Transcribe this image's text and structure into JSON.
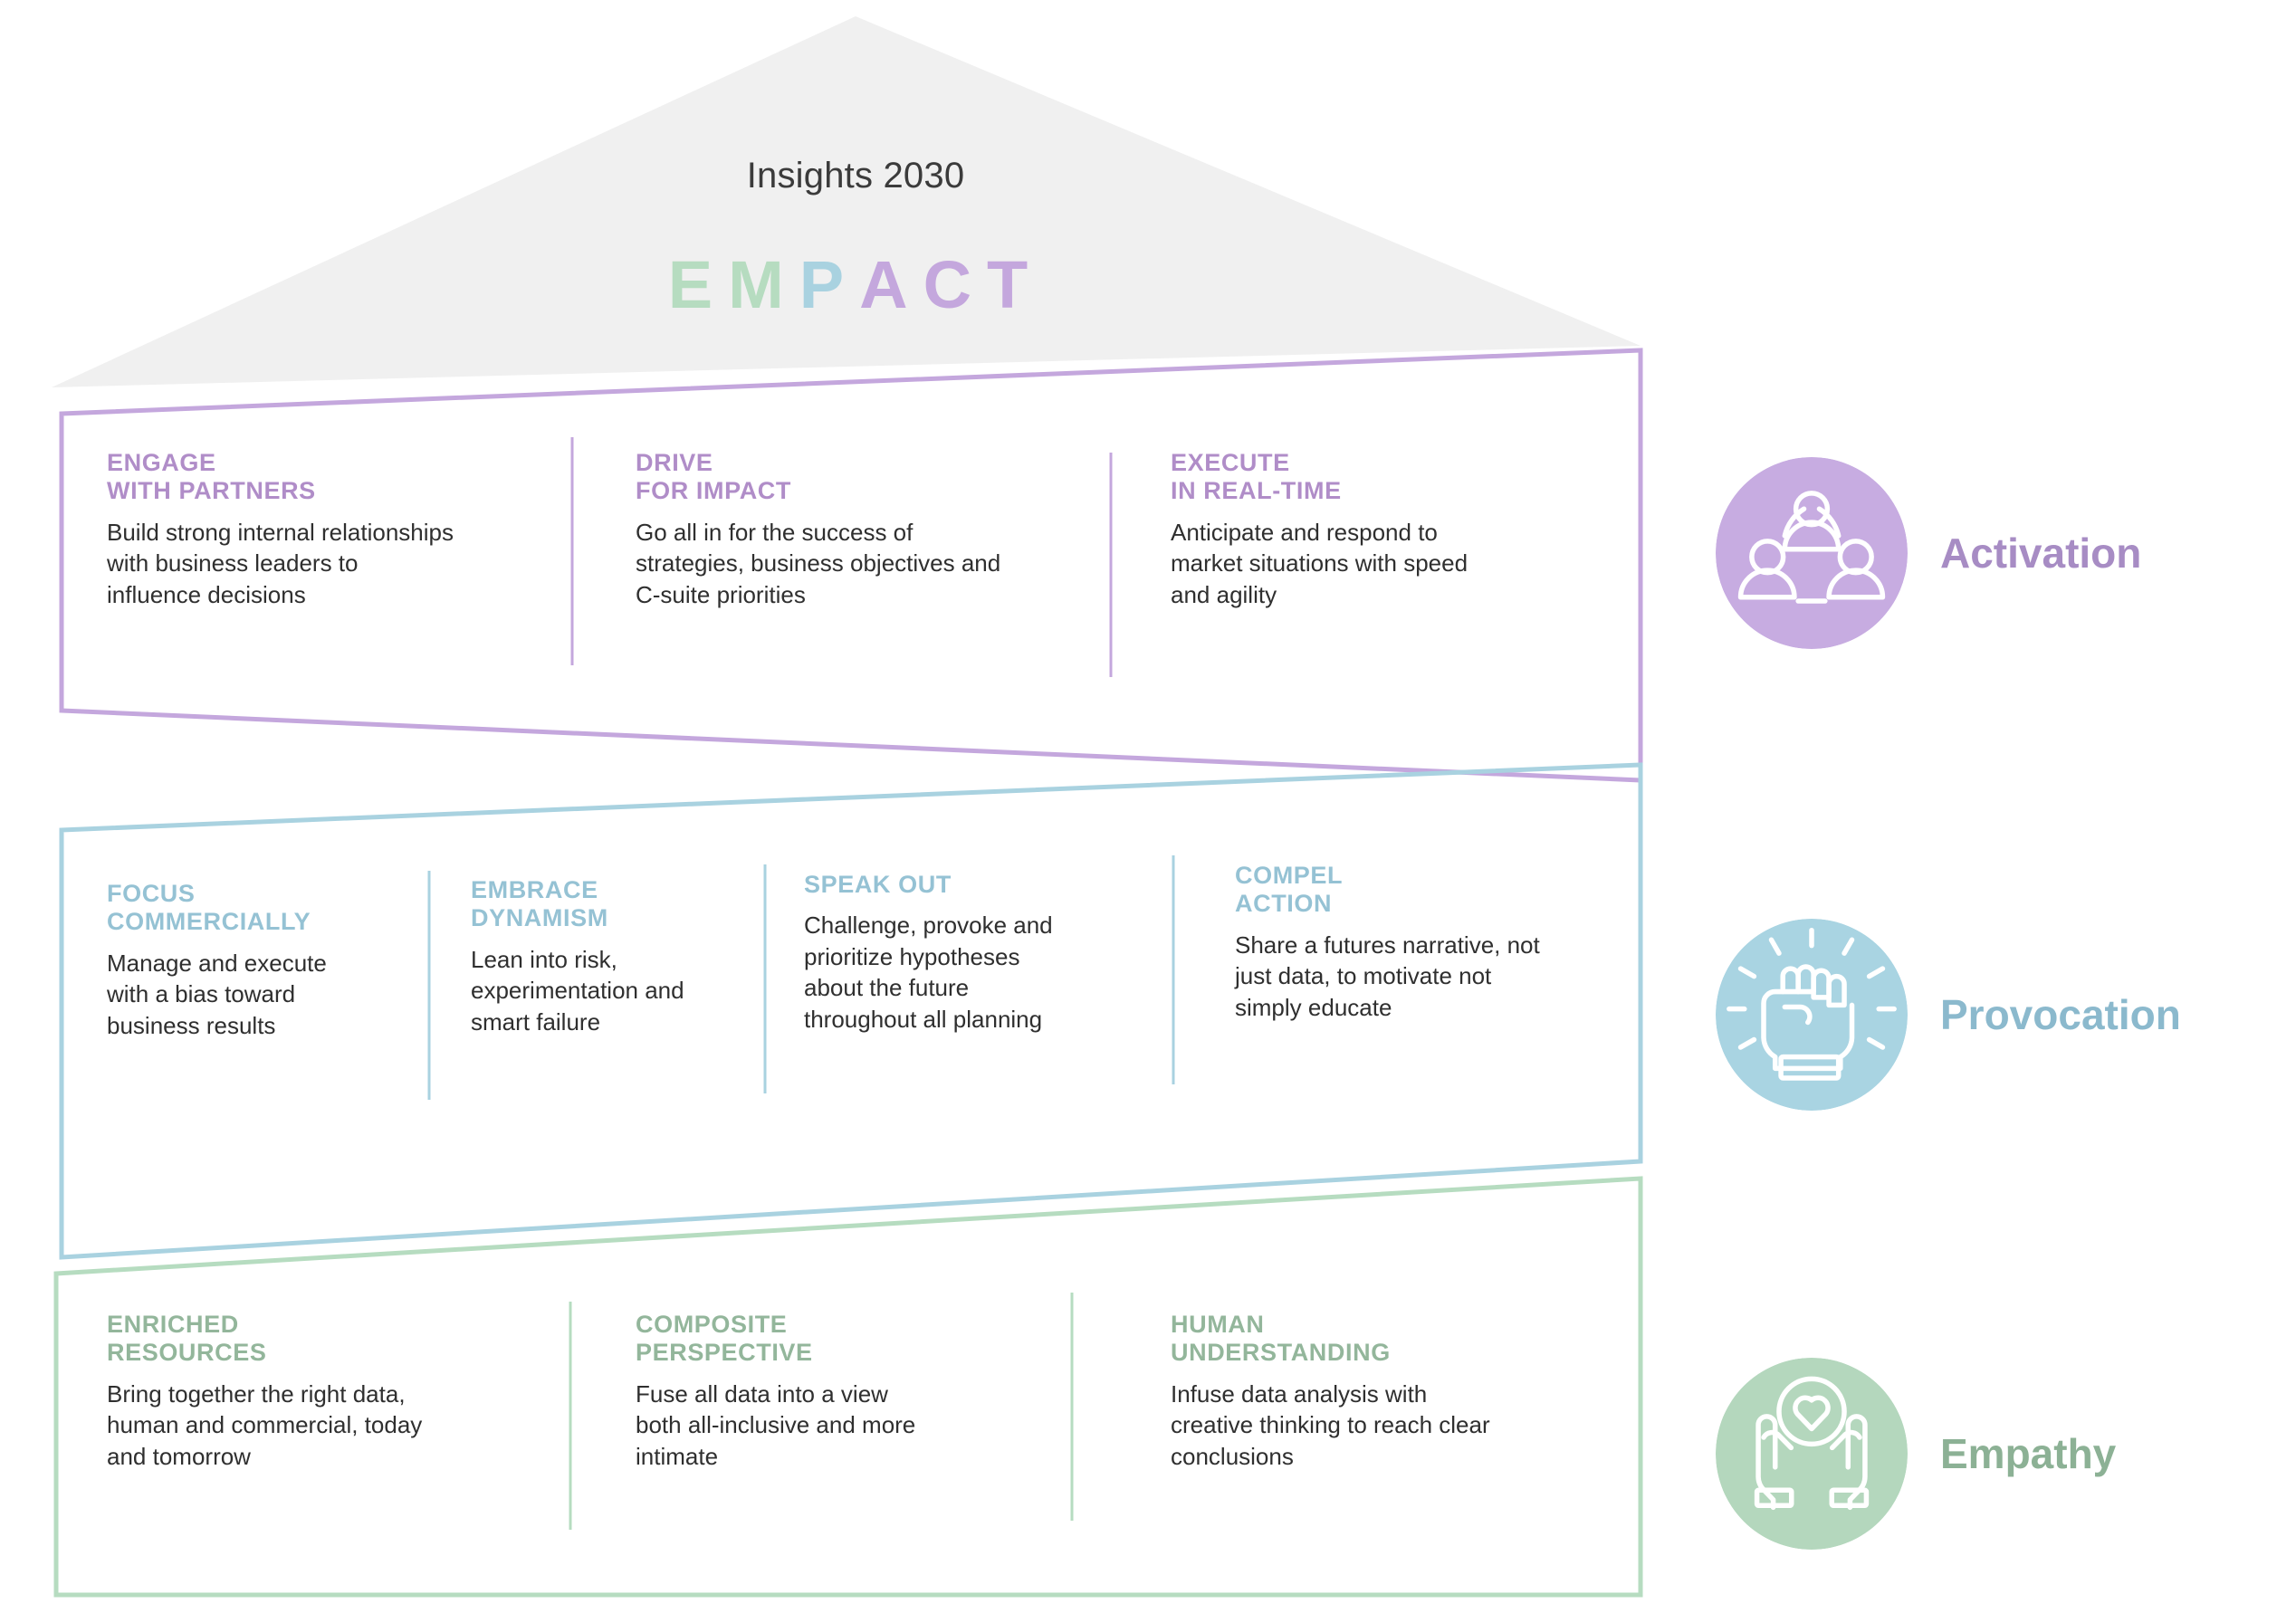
{
  "roof": {
    "title": "Insights 2030",
    "acronym": "EMPACT",
    "acronym_letters": [
      {
        "char": "E",
        "color_group": "green"
      },
      {
        "char": "M",
        "color_group": "green"
      },
      {
        "char": "P",
        "color_group": "blue"
      },
      {
        "char": "A",
        "color_group": "purple"
      },
      {
        "char": "C",
        "color_group": "purple"
      },
      {
        "char": "T",
        "color_group": "purple"
      }
    ],
    "fill_color": "#f0f0f0"
  },
  "colors": {
    "purple": "#c4a7dd",
    "purple_text": "#b08dc8",
    "purple_badge": "#c7ace1",
    "purple_label": "#a78cc4",
    "blue": "#a9d2e0",
    "blue_text": "#95c2d4",
    "blue_badge": "#a9d4e2",
    "blue_label": "#8bb9cd",
    "green": "#b6dcc0",
    "green_text": "#93b69b",
    "green_badge": "#b4d7bd",
    "green_label": "#8cb195",
    "body_text": "#2f2f2f",
    "roof_fill": "#f0f0f0"
  },
  "bands": [
    {
      "key": "activation",
      "legend_label": "Activation",
      "icon": "people-network-icon",
      "accent": "#c4a7dd",
      "columns": [
        {
          "heading": "ENGAGE\nWITH PARTNERS",
          "body": "Build strong internal relationships\nwith business leaders to\ninfluence decisions"
        },
        {
          "heading": "DRIVE\nFOR IMPACT",
          "body": "Go all in for the success of\nstrategies, business objectives and\nC-suite priorities"
        },
        {
          "heading": "EXECUTE\nIN REAL-TIME",
          "body": "Anticipate and respond to\nmarket situations with speed\nand agility"
        }
      ]
    },
    {
      "key": "provocation",
      "legend_label": "Provocation",
      "icon": "raised-fist-icon",
      "accent": "#a9d2e0",
      "columns": [
        {
          "heading": "FOCUS\nCOMMERCIALLY",
          "body": "Manage and execute\nwith a bias toward\nbusiness results"
        },
        {
          "heading": "EMBRACE\nDYNAMISM",
          "body": "Lean into risk,\nexperimentation and\nsmart failure"
        },
        {
          "heading": "SPEAK OUT",
          "body": "Challenge, provoke and\nprioritize hypotheses\nabout the future\nthroughout all planning"
        },
        {
          "heading": "COMPEL\nACTION",
          "body": "Share a futures narrative, not\njust data, to motivate not\nsimply educate"
        }
      ]
    },
    {
      "key": "empathy",
      "legend_label": "Empathy",
      "icon": "hands-holding-heart-icon",
      "accent": "#b6dcc0",
      "columns": [
        {
          "heading": "ENRICHED\nRESOURCES",
          "body": "Bring together the right data,\nhuman and commercial, today\nand tomorrow"
        },
        {
          "heading": "COMPOSITE\nPERSPECTIVE",
          "body": "Fuse all data into a view\nboth all-inclusive and more\nintimate"
        },
        {
          "heading": "HUMAN\nUNDERSTANDING",
          "body": "Infuse data analysis with\ncreative thinking to reach clear\nconclusions"
        }
      ]
    }
  ]
}
